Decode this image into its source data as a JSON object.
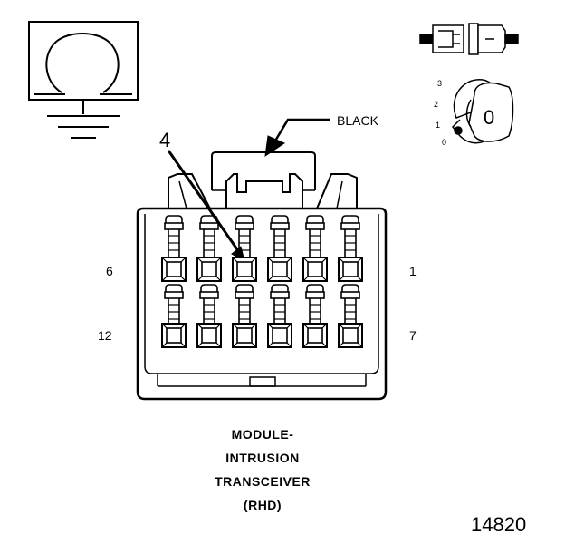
{
  "ground_icon": {
    "name": "ohm-meter-ground-symbol-icon"
  },
  "key_icon": {
    "name": "ignition-key-position-icon",
    "key_glyph": "0",
    "positions": [
      "3",
      "2",
      "1",
      "0"
    ]
  },
  "connector_icon": {
    "name": "connector-disconnected-icon"
  },
  "callout": {
    "number": "4",
    "wire_color": "BLACK"
  },
  "connector": {
    "pin_labels": {
      "top_left": "6",
      "top_right": "1",
      "bottom_left": "12",
      "bottom_right": "7"
    }
  },
  "title_lines": [
    "MODULE-",
    "INTRUSION",
    "TRANSCEIVER",
    "(RHD)"
  ],
  "reference_number": "14820"
}
